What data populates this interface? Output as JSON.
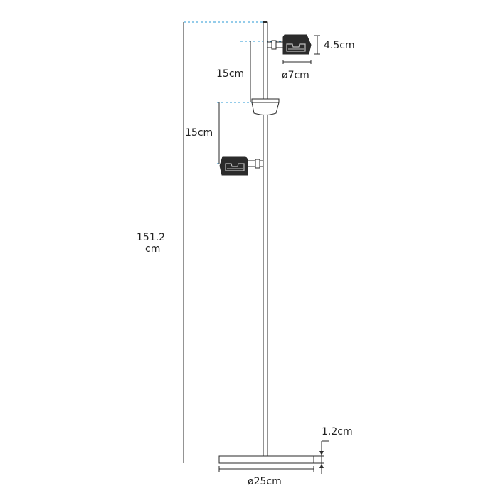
{
  "diagram": {
    "labels": {
      "lamp_height": "4.5cm",
      "lamp_diameter": "ø7cm",
      "spacing_upper": "15cm",
      "spacing_lower": "15cm",
      "total_height_line1": "151.2",
      "total_height_line2": "cm",
      "base_thickness": "1.2cm",
      "base_diameter": "ø25cm"
    },
    "colors": {
      "outline": "#2a2a2a",
      "guide_line": "#2a9ad6",
      "lamp_fill": "#2b2b2b",
      "background": "#ffffff"
    }
  }
}
